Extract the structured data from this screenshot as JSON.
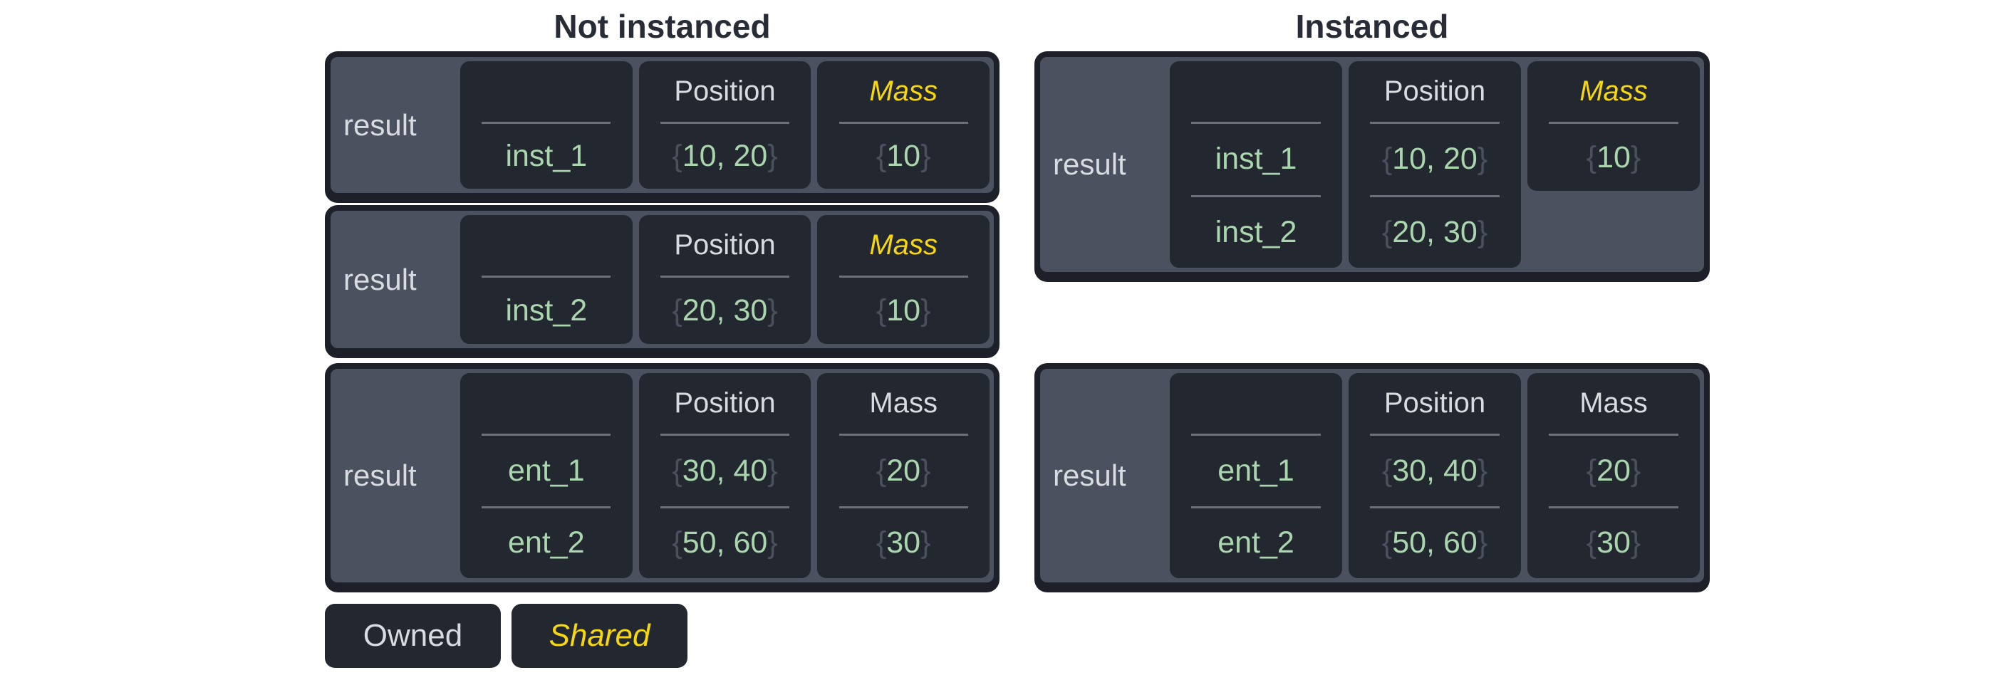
{
  "titles": {
    "left": "Not instanced",
    "right": "Instanced"
  },
  "legend": {
    "items": [
      {
        "label": "Owned",
        "shared": false
      },
      {
        "label": "Shared",
        "shared": true
      }
    ]
  },
  "colors": {
    "shared_yellow": "#f7d70d",
    "owned_text": "#d8dbe0",
    "value_green": "#aad6ae",
    "brace_gray": "#4b505e",
    "panel_slate": "#4c515f",
    "cell_dark": "#23272f",
    "outline_dark": "#1d2029",
    "divider_gray": "#6b707b",
    "title_dark": "#282c37"
  },
  "tables": [
    {
      "group": "not-instanced",
      "label": "result",
      "columns": [
        {
          "header": "",
          "shared": false,
          "short": false,
          "values": [
            {
              "text": "inst_1",
              "braced": false
            }
          ]
        },
        {
          "header": "Position",
          "shared": false,
          "short": false,
          "values": [
            {
              "text": "10, 20",
              "braced": true
            }
          ]
        },
        {
          "header": "Mass",
          "shared": true,
          "short": false,
          "values": [
            {
              "text": "10",
              "braced": true
            }
          ]
        }
      ]
    },
    {
      "group": "not-instanced",
      "label": "result",
      "columns": [
        {
          "header": "",
          "shared": false,
          "short": false,
          "values": [
            {
              "text": "inst_2",
              "braced": false
            }
          ]
        },
        {
          "header": "Position",
          "shared": false,
          "short": false,
          "values": [
            {
              "text": "20, 30",
              "braced": true
            }
          ]
        },
        {
          "header": "Mass",
          "shared": true,
          "short": false,
          "values": [
            {
              "text": "10",
              "braced": true
            }
          ]
        }
      ]
    },
    {
      "group": "not-instanced",
      "label": "result",
      "columns": [
        {
          "header": "",
          "shared": false,
          "short": false,
          "values": [
            {
              "text": "ent_1",
              "braced": false
            },
            {
              "text": "ent_2",
              "braced": false
            }
          ]
        },
        {
          "header": "Position",
          "shared": false,
          "short": false,
          "values": [
            {
              "text": "30, 40",
              "braced": true
            },
            {
              "text": "50, 60",
              "braced": true
            }
          ]
        },
        {
          "header": "Mass",
          "shared": false,
          "short": false,
          "values": [
            {
              "text": "20",
              "braced": true
            },
            {
              "text": "30",
              "braced": true
            }
          ]
        }
      ]
    },
    {
      "group": "instanced",
      "label": "result",
      "columns": [
        {
          "header": "",
          "shared": false,
          "short": false,
          "values": [
            {
              "text": "inst_1",
              "braced": false
            },
            {
              "text": "inst_2",
              "braced": false
            }
          ]
        },
        {
          "header": "Position",
          "shared": false,
          "short": false,
          "values": [
            {
              "text": "10, 20",
              "braced": true
            },
            {
              "text": "20, 30",
              "braced": true
            }
          ]
        },
        {
          "header": "Mass",
          "shared": true,
          "short": true,
          "values": [
            {
              "text": "10",
              "braced": true
            }
          ]
        }
      ]
    },
    {
      "group": "instanced",
      "label": "result",
      "columns": [
        {
          "header": "",
          "shared": false,
          "short": false,
          "values": [
            {
              "text": "ent_1",
              "braced": false
            },
            {
              "text": "ent_2",
              "braced": false
            }
          ]
        },
        {
          "header": "Position",
          "shared": false,
          "short": false,
          "values": [
            {
              "text": "30, 40",
              "braced": true
            },
            {
              "text": "50, 60",
              "braced": true
            }
          ]
        },
        {
          "header": "Mass",
          "shared": false,
          "short": false,
          "values": [
            {
              "text": "20",
              "braced": true
            },
            {
              "text": "30",
              "braced": true
            }
          ]
        }
      ]
    }
  ]
}
